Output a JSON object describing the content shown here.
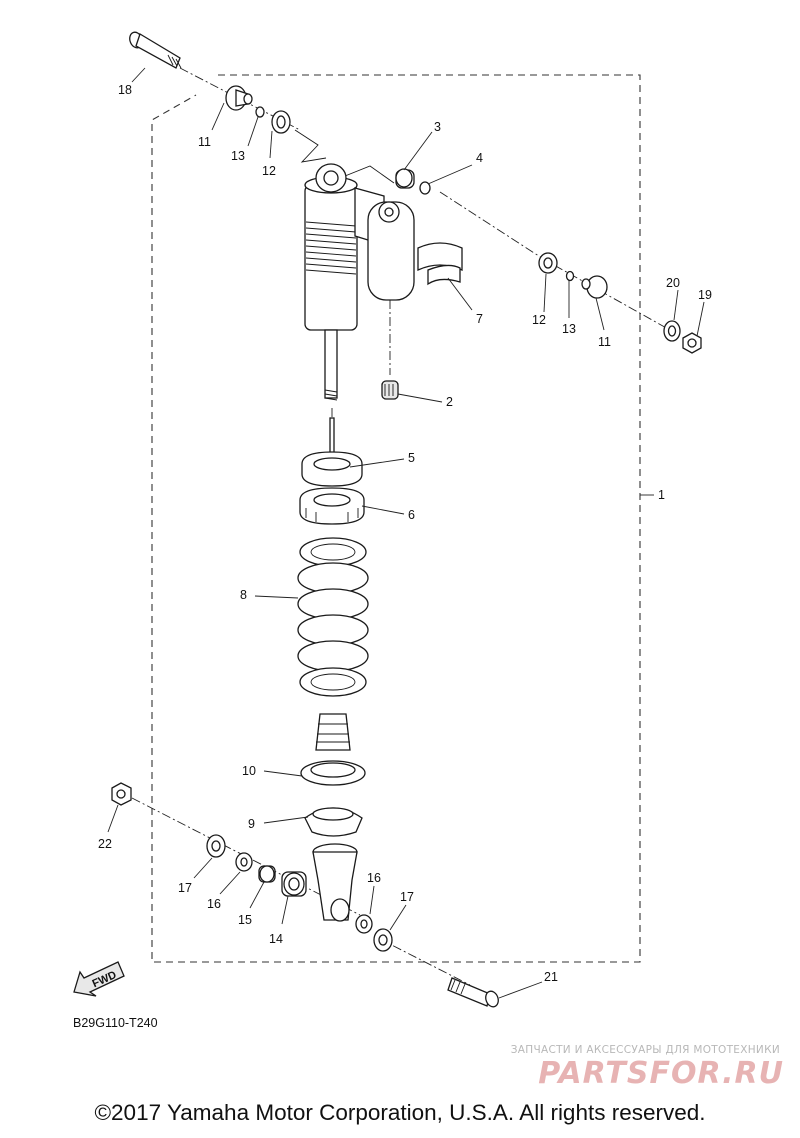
{
  "diagram": {
    "code": "B29G110-T240",
    "fwd_label": "FWD",
    "callouts": {
      "c1": "1",
      "c2": "2",
      "c3": "3",
      "c4": "4",
      "c5": "5",
      "c6": "6",
      "c7": "7",
      "c8": "8",
      "c9": "9",
      "c10": "10",
      "c11a": "11",
      "c11b": "11",
      "c12a": "12",
      "c12b": "12",
      "c13a": "13",
      "c13b": "13",
      "c14": "14",
      "c15": "15",
      "c16a": "16",
      "c16b": "16",
      "c17a": "17",
      "c17b": "17",
      "c18": "18",
      "c19": "19",
      "c20": "20",
      "c21": "21",
      "c22": "22"
    }
  },
  "footer": {
    "copyright": "©2017 Yamaha Motor Corporation, U.S.A. All rights reserved."
  },
  "watermark": {
    "tagline": "ЗАПЧАСТИ И АКСЕССУАРЫ ДЛЯ МОТОТЕХНИКИ",
    "logo_text": "PARTSFOR.RU"
  }
}
